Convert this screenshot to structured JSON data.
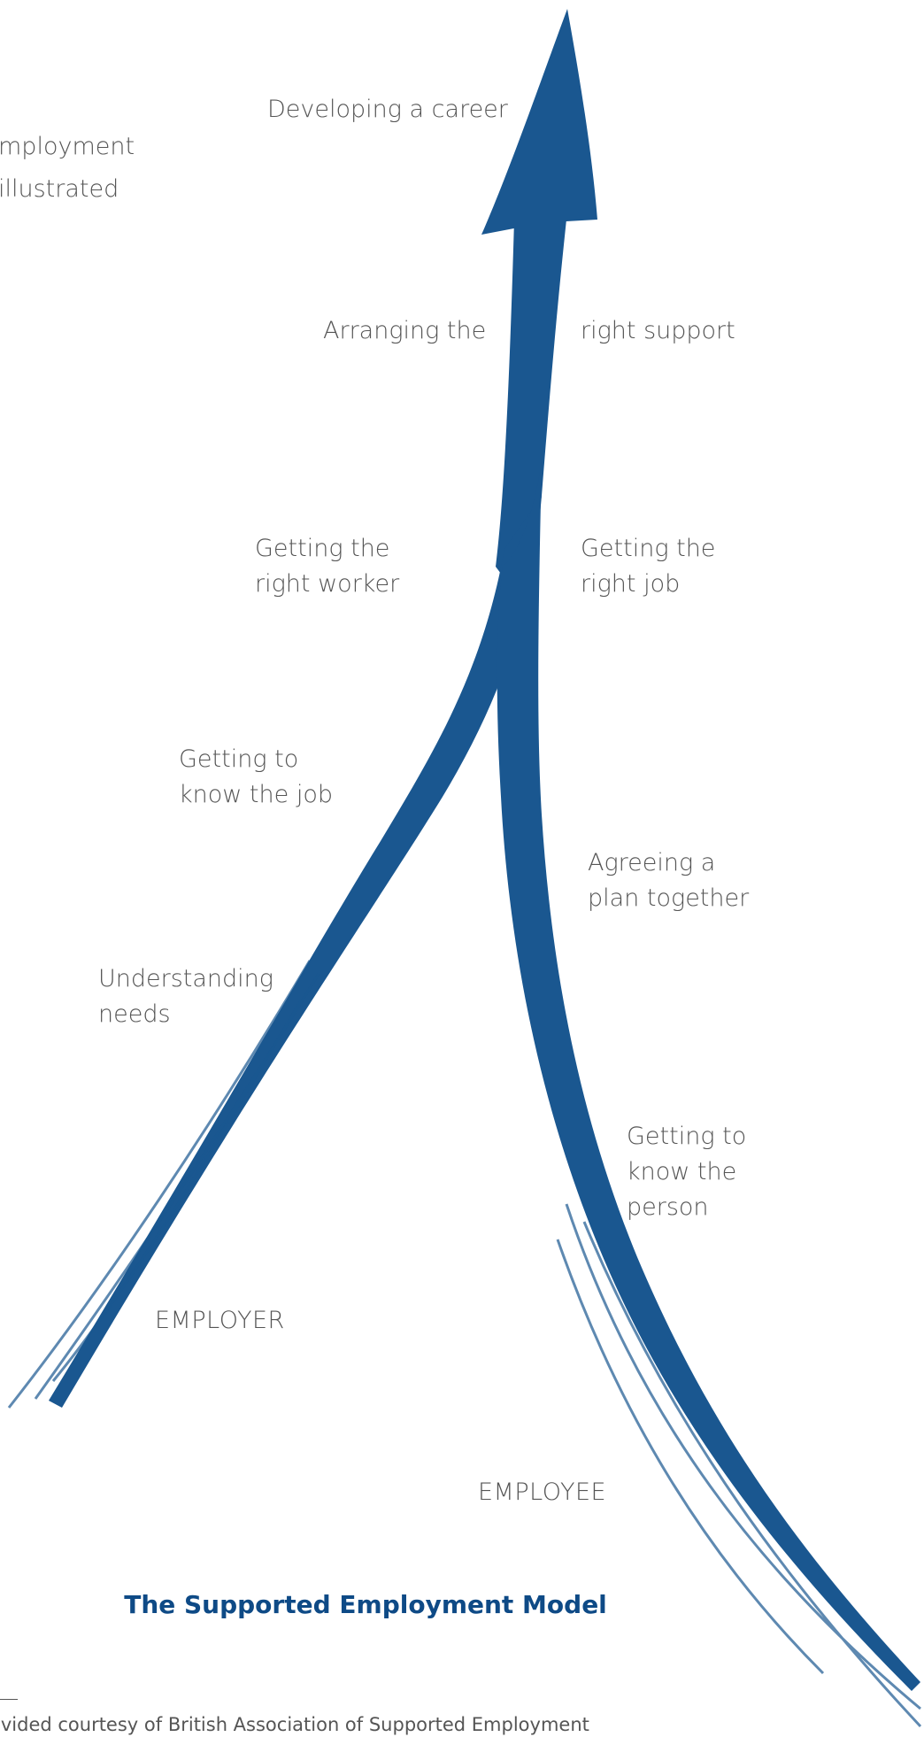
{
  "intro": {
    "line1": "mployment",
    "line2": "illustrated"
  },
  "steps": {
    "developing_career": "Developing a career",
    "arranging_left": "Arranging the",
    "arranging_right": "right support",
    "right_worker": [
      "Getting the",
      "right worker"
    ],
    "right_job": [
      "Getting the",
      "right job"
    ],
    "know_job": [
      "Getting to",
      "know the job"
    ],
    "agreeing_plan": [
      "Agreeing a",
      "plan together"
    ],
    "understanding_needs": [
      "Understanding",
      "needs"
    ],
    "know_person": [
      "Getting to",
      "know the",
      "person"
    ]
  },
  "roles": {
    "employer": "EMPLOYER",
    "employee": "EMPLOYEE"
  },
  "title": "The Supported Employment Model",
  "footnote": "ovided courtesy of British Association of Supported Employment",
  "colors": {
    "arrow": "#1a5790",
    "title": "#0e4a86",
    "text": "#555555"
  }
}
